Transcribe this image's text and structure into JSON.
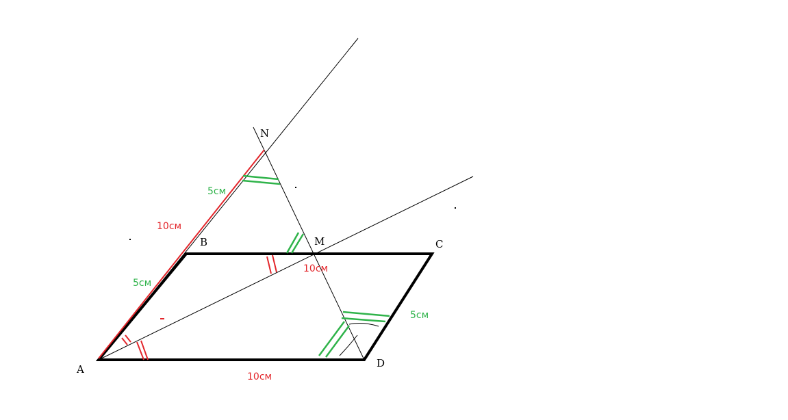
{
  "points": {
    "A": "A",
    "B": "B",
    "C": "C",
    "D": "D",
    "M": "M",
    "N": "N"
  },
  "lengths": {
    "an": "10см",
    "bn": "5см",
    "ab": "5см",
    "bm": "10см",
    "cd": "5см",
    "ad": "10см"
  },
  "colors": {
    "outline": "#000000",
    "red": "#e3262b",
    "green": "#2fb34a"
  }
}
